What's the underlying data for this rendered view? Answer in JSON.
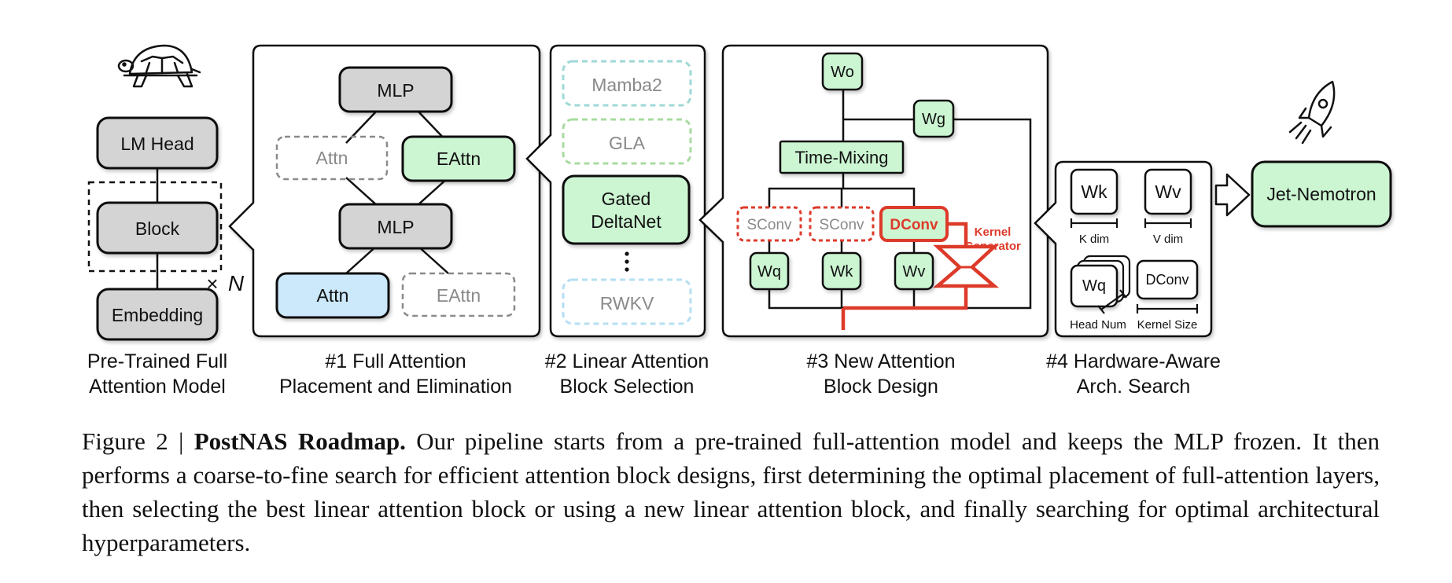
{
  "model": {
    "lm_head": "LM Head",
    "block": "Block",
    "repeat": "N",
    "embedding": "Embedding",
    "label_line1": "Pre-Trained Full",
    "label_line2": "Attention Model"
  },
  "step1": {
    "mlp_top": "MLP",
    "attn_dashed": "Attn",
    "eattn": "EAttn",
    "mlp_bottom": "MLP",
    "attn": "Attn",
    "eattn_dashed": "EAttn",
    "label_line1": "#1 Full Attention",
    "label_line2": "Placement and Elimination"
  },
  "step2": {
    "mamba2": "Mamba2",
    "gla": "GLA",
    "gated_line1": "Gated",
    "gated_line2": "DeltaNet",
    "rwkv": "RWKV",
    "label_line1": "#2 Linear Attention",
    "label_line2": "Block Selection"
  },
  "step3": {
    "wo": "Wo",
    "wg": "Wg",
    "time_mixing": "Time-Mixing",
    "sconv1": "SConv",
    "sconv2": "SConv",
    "dconv": "DConv",
    "kernel_line1": "Kernel",
    "kernel_line2": "Generator",
    "wq": "Wq",
    "wk": "Wk",
    "wv": "Wv",
    "label_line1": "#3 New Attention",
    "label_line2": "Block Design"
  },
  "step4": {
    "wk": "Wk",
    "wv": "Wv",
    "k_dim": "K dim",
    "v_dim": "V dim",
    "wq": "Wq",
    "dconv": "DConv",
    "head_num": "Head Num",
    "kernel_size": "Kernel Size",
    "label_line1": "#4 Hardware-Aware",
    "label_line2": "Arch. Search"
  },
  "output": {
    "name": "Jet-Nemotron"
  },
  "caption": {
    "prefix": "Figure 2 | ",
    "title": "PostNAS Roadmap.",
    "body": " Our pipeline starts from a pre-trained full-attention model and keeps the MLP frozen. It then performs a coarse-to-fine search for efficient attention block designs, first determining the optimal placement of full-attention layers, then selecting the best linear attention block or using a new linear attention block, and finally searching for optimal architectural hyperparameters."
  },
  "colors": {
    "gray_fill": "#d4d4d4",
    "green_fill": "#ccf5d2",
    "blue_fill": "#cce8fb",
    "red": "#dd3a2a",
    "teal_dash": "#9fd9d6",
    "green_dash": "#a8dba0",
    "blue_dash": "#b6dff2"
  }
}
